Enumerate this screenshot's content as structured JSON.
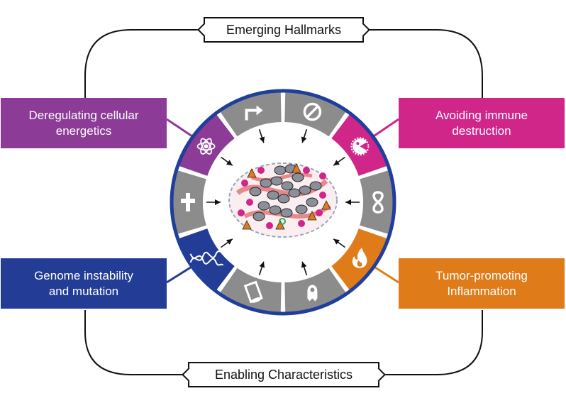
{
  "top_label": "Emerging Hallmarks",
  "bottom_label": "Enabling Characteristics",
  "boxes": {
    "energetics": {
      "line1": "Deregulating cellular",
      "line2": "energetics",
      "color": "#8c3b97"
    },
    "immune": {
      "line1": "Avoiding immune",
      "line2": "destruction",
      "color": "#d0268a"
    },
    "genome": {
      "line1": "Genome instability",
      "line2": "and mutation",
      "color": "#233d96"
    },
    "inflammation": {
      "line1": "Tumor-promoting",
      "line2": "Inflammation",
      "color": "#e07b1a"
    }
  },
  "ring": {
    "border_color": "#1f3f9a",
    "segment_gray": "#8c8c8c",
    "segments": [
      {
        "icon": "proliferative-signaling-arrow-icon",
        "color": "#8c8c8c"
      },
      {
        "icon": "growth-suppressor-evasion-icon",
        "color": "#8c8c8c"
      },
      {
        "icon": "immune-pacman-icon",
        "color": "#d0268a"
      },
      {
        "icon": "infinity-replicative-immortality-icon",
        "color": "#8c8c8c"
      },
      {
        "icon": "flame-inflammation-icon",
        "color": "#e07b1a"
      },
      {
        "icon": "metastasis-cell-icon",
        "color": "#8c8c8c"
      },
      {
        "icon": "angiogenesis-vessel-icon",
        "color": "#8c8c8c"
      },
      {
        "icon": "dna-helix-icon",
        "color": "#233d96"
      },
      {
        "icon": "resisting-cell-death-cross-icon",
        "color": "#8c8c8c"
      },
      {
        "icon": "atom-energetics-icon",
        "color": "#8c3b97"
      }
    ]
  }
}
